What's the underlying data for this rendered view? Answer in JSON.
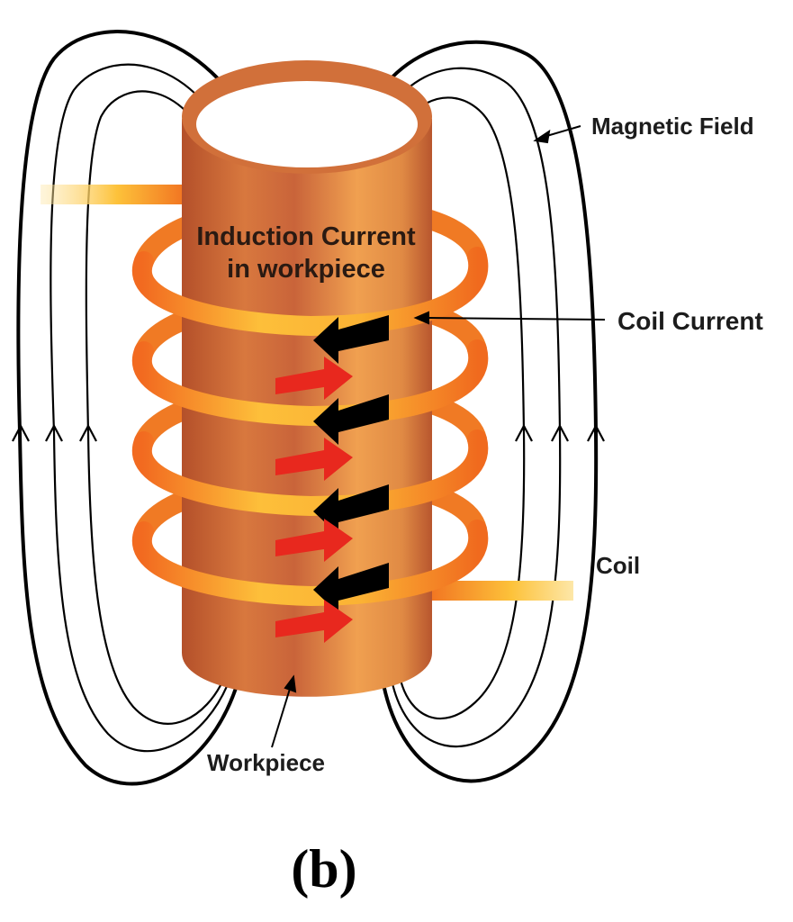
{
  "labels": {
    "magnetic_field": "Magnetic Field",
    "coil_current": "Coil Current",
    "induction_line1": "Induction Current",
    "induction_line2": "in workpiece",
    "coil": "Coil",
    "workpiece": "Workpiece"
  },
  "caption": "(b)",
  "colors": {
    "field_line": "#000000",
    "coil_dark": "#f06a1e",
    "coil_light": "#fdc23a",
    "workpiece_dark": "#b9522a",
    "workpiece_light": "#f0a050",
    "induced_arrow": "#e8281e",
    "coil_arrow": "#000000"
  }
}
